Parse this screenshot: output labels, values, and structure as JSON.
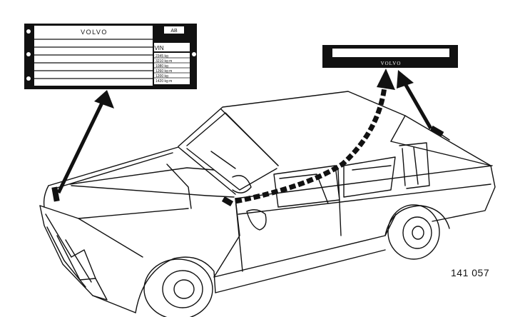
{
  "figure_number": "141 057",
  "vin_plate": {
    "brand": "VOLVO",
    "tag": "AB",
    "vin_marker": "VIN",
    "rows": [
      "2345 kg",
      "3210 kg m",
      "1080 kg",
      "1260 kg m",
      "1200 kg",
      "1420 kg m"
    ]
  },
  "windshield_plate": {
    "brand": "VOLVO"
  },
  "colors": {
    "line": "#111111",
    "plate_dark": "#111111",
    "plate_light": "#ffffff"
  }
}
